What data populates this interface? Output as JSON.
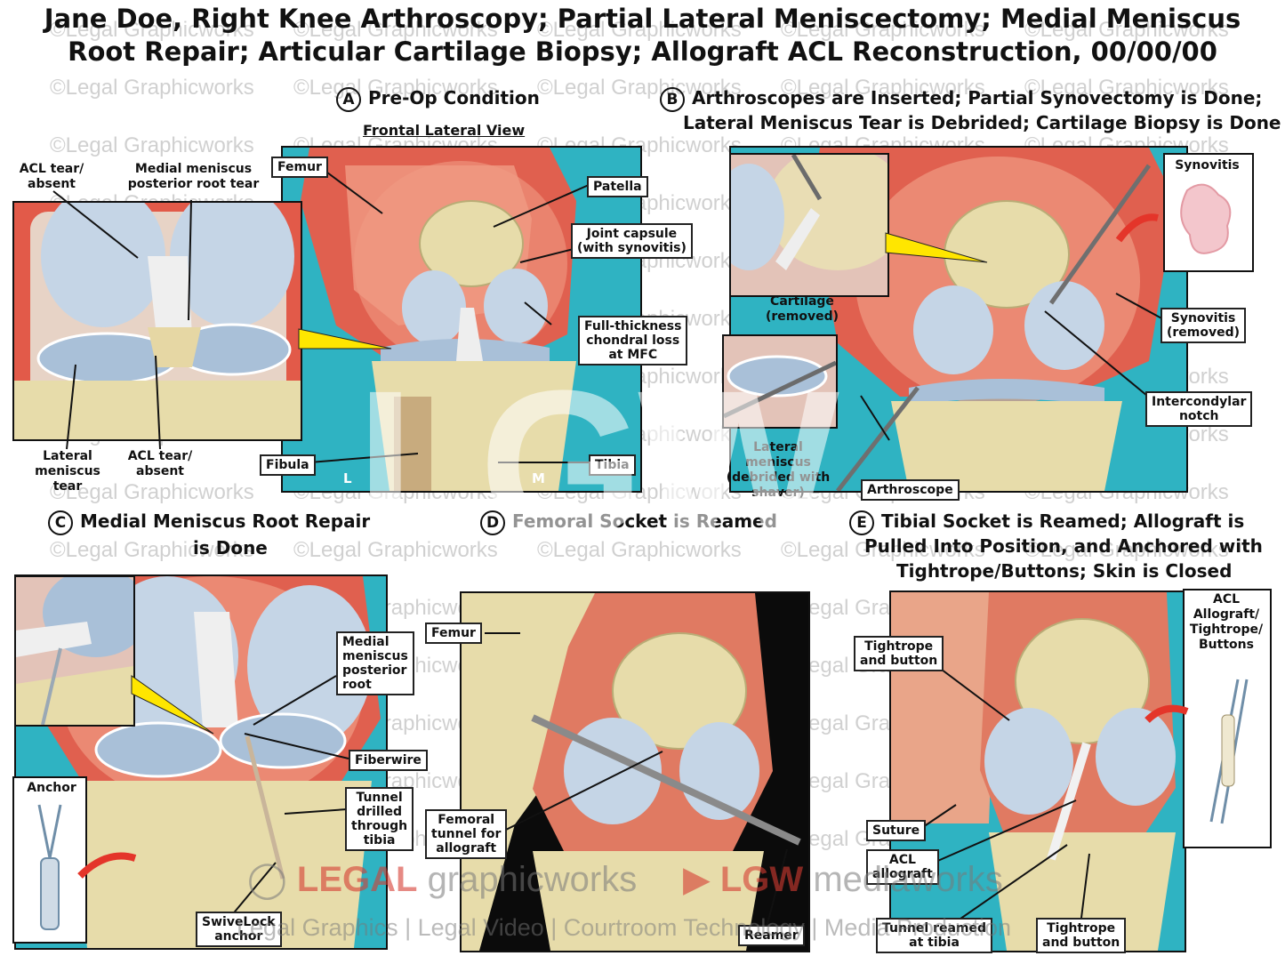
{
  "title": {
    "line1": "Jane Doe, Right Knee Arthroscopy; Partial Lateral Meniscectomy; Medial Meniscus",
    "line2": "Root Repair; Articular Cartilage Biopsy; Allograft ACL Reconstruction, 00/00/00"
  },
  "watermark_text": "©Legal Graphicworks",
  "sections": {
    "a": {
      "letter": "A",
      "title": "Pre-Op Condition",
      "subtitle": "Frontal Lateral View"
    },
    "b": {
      "letter": "B",
      "title_line1": "Arthroscopes are Inserted; Partial Synovectomy is Done;",
      "title_line2": "Lateral Meniscus Tear is Debrided; Cartilage Biopsy is Done"
    },
    "c": {
      "letter": "C",
      "title_line1": "Medial Meniscus Root Repair",
      "title_line2": "is Done"
    },
    "d": {
      "letter": "D",
      "title": "Femoral Socket is Reamed"
    },
    "e": {
      "letter": "E",
      "title_line1": "Tibial Socket is Reamed; Allograft is",
      "title_line2": "Pulled Into Position, and Anchored with",
      "title_line3": "Tightrope/Buttons; Skin is Closed"
    }
  },
  "labels": {
    "a_acl_tear": "ACL tear/\nabsent",
    "a_medial_root_tear": "Medial meniscus\nposterior root tear",
    "a_lateral_tear": "Lateral\nmeniscus\ntear",
    "a_acl_tear_bottom": "ACL tear/\nabsent",
    "a_femur": "Femur",
    "a_patella": "Patella",
    "a_joint_capsule": "Joint capsule\n(with synovitis)",
    "a_chondral_loss": "Full-thickness\nchondral loss\nat MFC",
    "a_fibula": "Fibula",
    "a_tibia": "Tibia",
    "a_l": "L",
    "a_m": "M",
    "b_synovitis": "Synovitis",
    "b_cartilage": "Cartilage\n(removed)",
    "b_synovitis_removed": "Synovitis\n(removed)",
    "b_intercondylar": "Intercondylar\nnotch",
    "b_lateral_meniscus": "Lateral meniscus\n(debrided with\nshaver)",
    "b_arthroscope": "Arthroscope",
    "c_medial_root": "Medial\nmeniscus\nposterior\nroot",
    "c_fiberwire": "Fiberwire",
    "c_anchor": "Anchor",
    "c_tunnel": "Tunnel\ndrilled\nthrough\ntibia",
    "c_swivelock": "SwiveLock\nanchor",
    "d_femur": "Femur",
    "d_femoral_tunnel": "Femoral\ntunnel for\nallograft",
    "d_reamer": "Reamer",
    "e_tightrope_top": "Tightrope\nand button",
    "e_acl_allograft_box": "ACL\nAllograft/\nTightrope/\nButtons",
    "e_suture": "Suture",
    "e_acl_allograft": "ACL\nallograft",
    "e_tunnel_tibia": "Tunnel reamed\nat tibia",
    "e_tightrope_bottom": "Tightrope\nand button"
  },
  "footer": {
    "legal": "LEGAL",
    "graphicworks": "graphicworks",
    "lgw": "LGW",
    "mediaworks": "mediaworks",
    "tagline": "Legal Graphics | Legal Video | Courtroom Technology | Media Production"
  },
  "colors": {
    "teal": "#2fb3c2",
    "tissue_red": "#e0604f",
    "bone": "#e7dcaa",
    "cartilage": "#c5d5e6",
    "callout_yellow": "#ffe600",
    "arrow_red": "#e4352a"
  }
}
